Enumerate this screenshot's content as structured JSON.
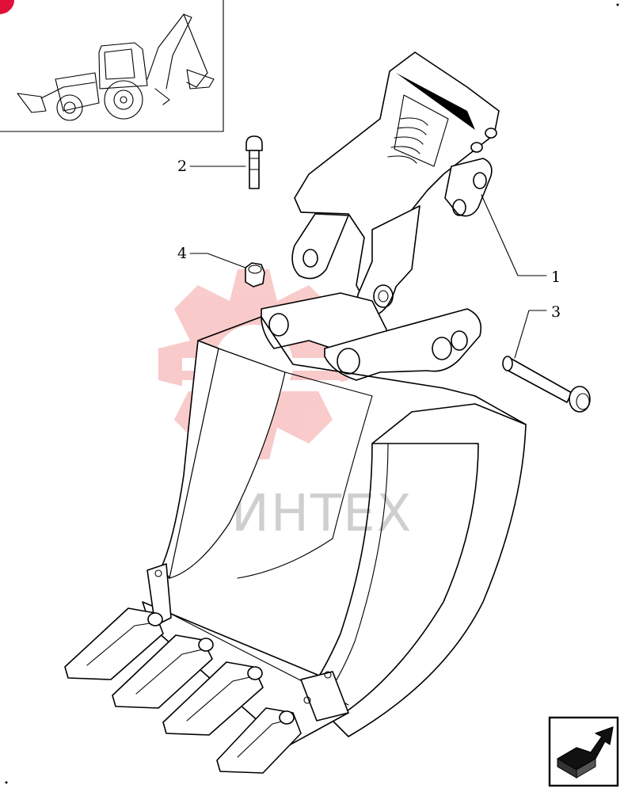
{
  "watermark": {
    "text": "ИНТЕХ",
    "color": "#f08080"
  },
  "callouts": [
    {
      "id": "1",
      "label": "1"
    },
    {
      "id": "2",
      "label": "2"
    },
    {
      "id": "3",
      "label": "3"
    },
    {
      "id": "4",
      "label": "4"
    }
  ],
  "icons": {
    "thumbnail": "backhoe-loader-icon",
    "nav": "next-page-arrow-icon"
  },
  "colors": {
    "accent": "#e0103a",
    "line": "#000000",
    "watermark_logo": "#f4a0a0"
  }
}
